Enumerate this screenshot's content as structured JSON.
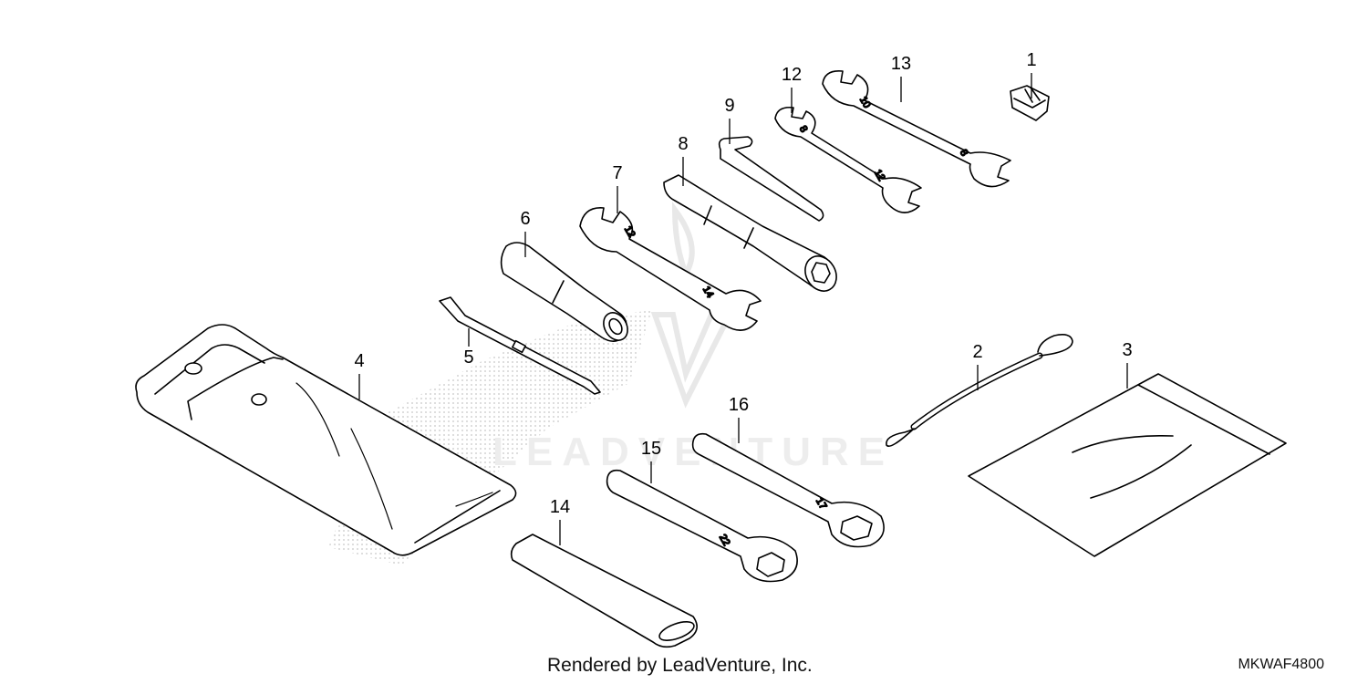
{
  "diagram": {
    "callouts": [
      "1",
      "2",
      "3",
      "4",
      "5",
      "6",
      "7",
      "8",
      "9",
      "12",
      "13",
      "14",
      "15",
      "16"
    ],
    "tool_stamps": {
      "wrench_7_top": "12",
      "wrench_7_bottom": "14",
      "wrench_12_top": "8",
      "wrench_12_bottom": "12",
      "wrench_13_top": "10",
      "wrench_13_bottom": "8",
      "wrench_15": "22",
      "wrench_16": "17"
    },
    "watermark": "LEADVENTURE",
    "credit": "Rendered by LeadVenture, Inc.",
    "code": "MKWAF4800"
  }
}
